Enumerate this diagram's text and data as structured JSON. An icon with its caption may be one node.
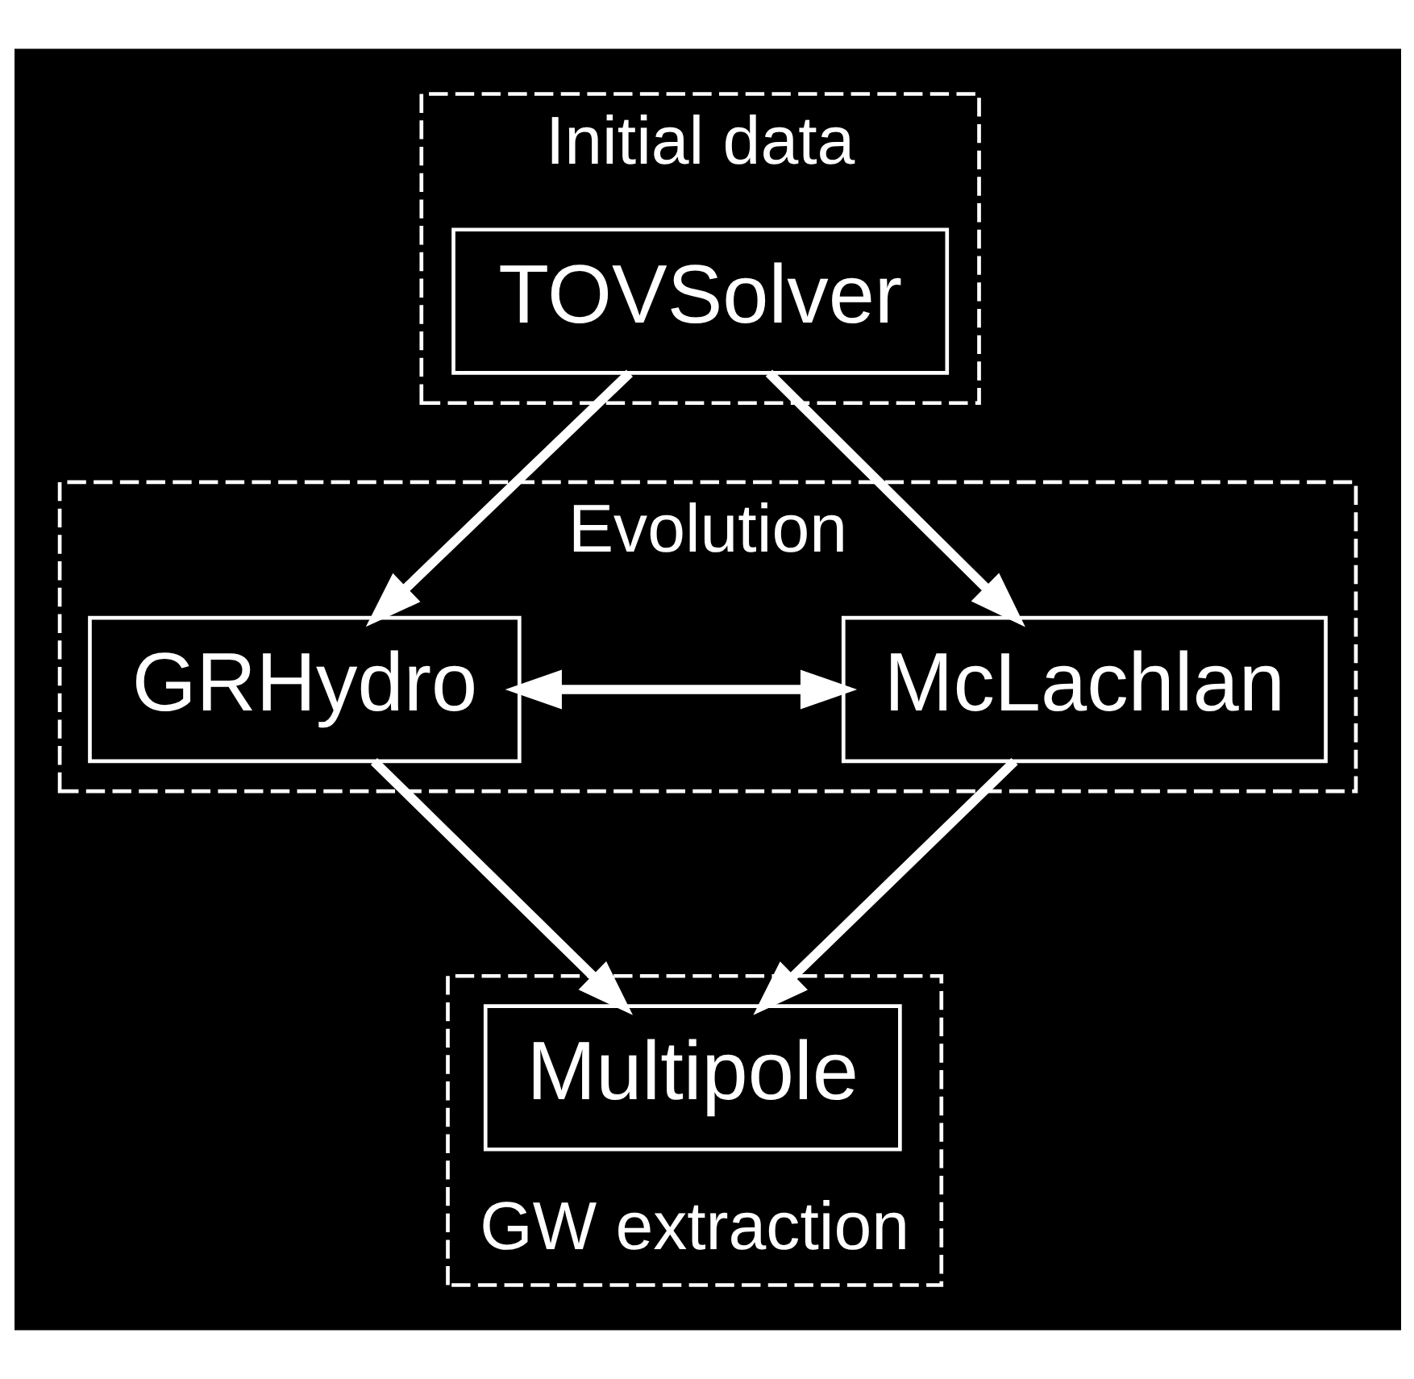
{
  "diagram": {
    "nodes": [
      {
        "text": [
          "Initial data"
        ]
      },
      {
        "text": [
          "TOVSolver"
        ],
        "in": 0
      },
      {
        "text": [
          "Evolution"
        ]
      },
      {
        "text": [
          "GRHydro"
        ],
        "in": 2
      },
      {
        "text": [
          "McLachlan"
        ],
        "in": 2
      },
      {
        "text": [
          "GW extraction"
        ]
      },
      {
        "text": [
          "Multipole"
        ],
        "in": 5
      }
    ],
    "edges": [
      {
        "from": 1,
        "to": 3,
        "arrow": "to"
      },
      {
        "from": 1,
        "to": 4,
        "arrow": "to"
      },
      {
        "from": 3,
        "to": 4,
        "arrow": "both"
      },
      {
        "from": 3,
        "to": 6,
        "arrow": "to"
      },
      {
        "from": 4,
        "to": 6,
        "arrow": "to"
      }
    ]
  }
}
